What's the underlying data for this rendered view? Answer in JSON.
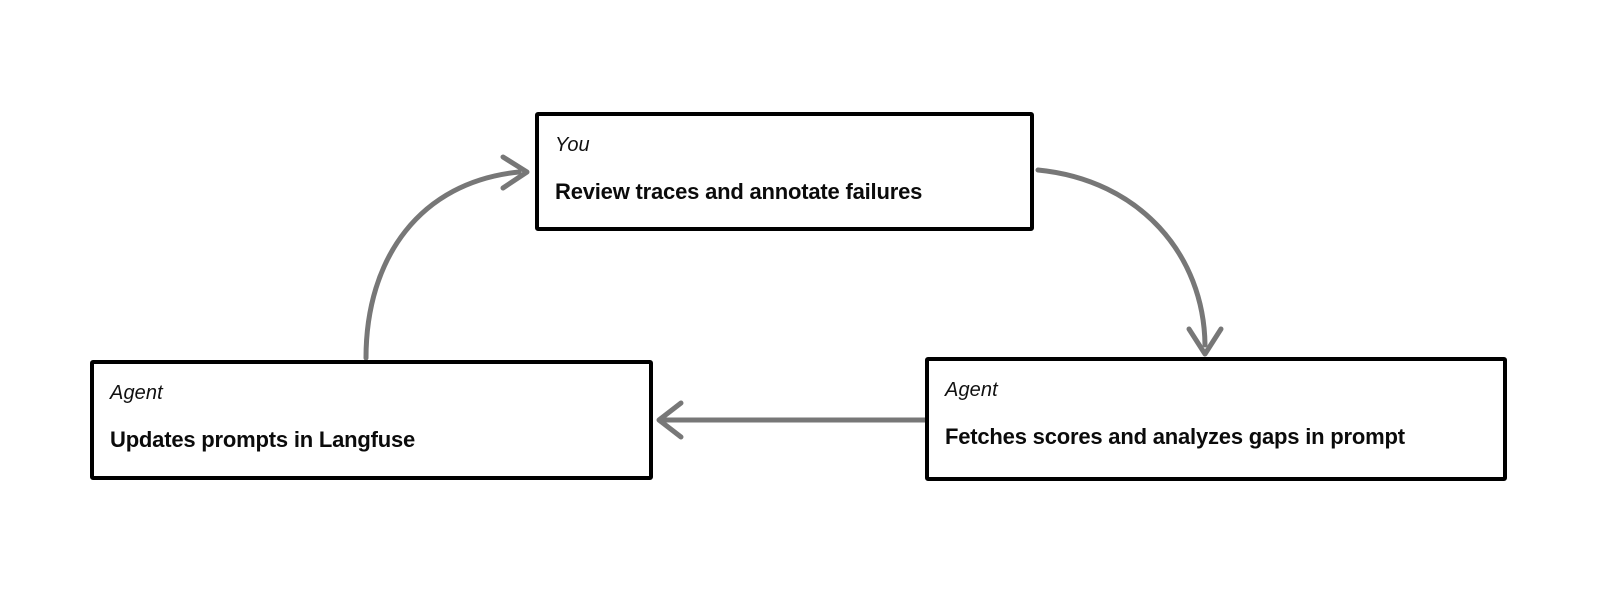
{
  "diagram": {
    "type": "cycle-flowchart",
    "background_color": "#ffffff",
    "node_border_color": "#000000",
    "node_fill_color": "#ffffff",
    "arrow_color": "#777777",
    "nodes": [
      {
        "id": "review",
        "role": "You",
        "title": "Review traces and annotate failures"
      },
      {
        "id": "fetch",
        "role": "Agent",
        "title": "Fetches scores and analyzes gaps in prompt"
      },
      {
        "id": "update",
        "role": "Agent",
        "title": "Updates prompts in Langfuse"
      }
    ],
    "edges": [
      {
        "id": "review-to-fetch",
        "from": "review",
        "to": "fetch",
        "style": "curved",
        "label": ""
      },
      {
        "id": "fetch-to-update",
        "from": "fetch",
        "to": "update",
        "style": "straight",
        "label": ""
      },
      {
        "id": "update-to-review",
        "from": "update",
        "to": "review",
        "style": "curved",
        "label": ""
      }
    ]
  }
}
